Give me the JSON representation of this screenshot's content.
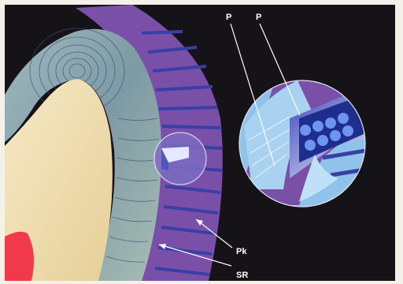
{
  "labels": {
    "p_left": "P",
    "p_right": "P",
    "pk": "Pk",
    "sr": "SR"
  },
  "colors": {
    "background": "#151318",
    "enamel_surface": "#7a4fa8",
    "enamel_stripes": "#3840a6",
    "dentin": "#eed8a6",
    "pulp": "#f0394a",
    "enamel_crystal_zone": "#8aa6b0",
    "inset_light_blue": "#8fc3ea",
    "prism_dark_blue": "#2b2f9a",
    "label_text": "#ffffff"
  }
}
